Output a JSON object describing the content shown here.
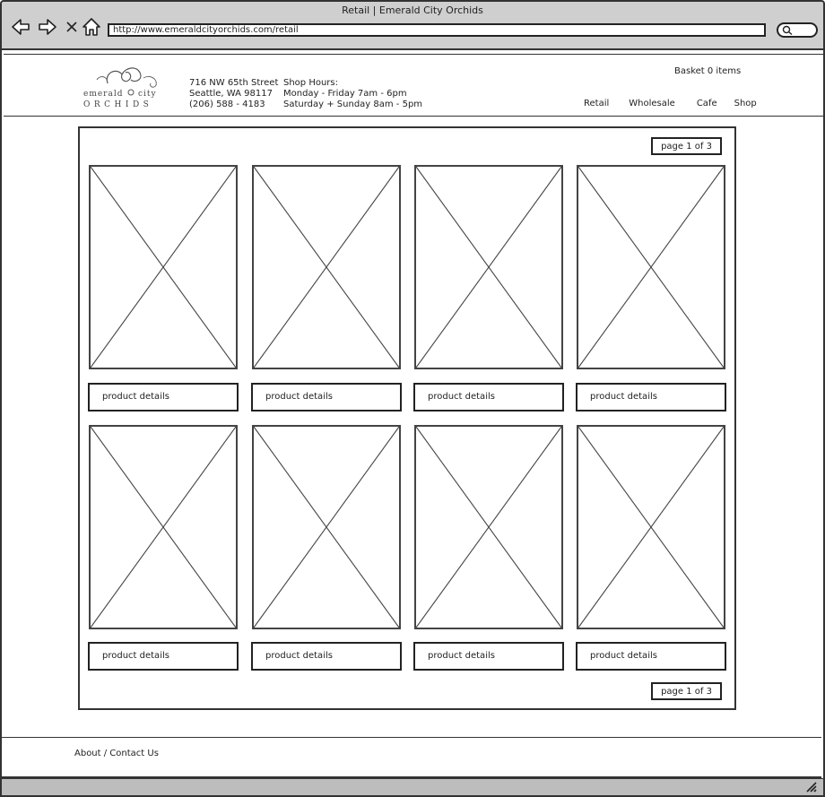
{
  "browser": {
    "window_title": "Retail | Emerald City Orchids",
    "url": "http://www.emeraldcityorchids.com/retail",
    "icons": [
      "back-arrow-icon",
      "forward-arrow-icon",
      "close-icon",
      "home-icon",
      "search-icon"
    ]
  },
  "header": {
    "logo": {
      "line1": "emerald",
      "line2": "city",
      "line3": "ORCHIDS"
    },
    "address": {
      "street": "716 NW 65th Street",
      "city": "Seattle, WA 98117",
      "phone": "(206) 588 - 4183"
    },
    "hours": {
      "label": "Shop Hours:",
      "weekday": "Monday - Friday 7am - 6pm",
      "weekend": "Saturday + Sunday 8am - 5pm"
    },
    "basket": "Basket 0 items",
    "nav": [
      "Retail",
      "Wholesale",
      "Cafe",
      "Shop"
    ]
  },
  "main": {
    "pager_top": "page 1 of 3",
    "pager_bottom": "page 1 of 3",
    "products": [
      {
        "details": "product details"
      },
      {
        "details": "product details"
      },
      {
        "details": "product details"
      },
      {
        "details": "product details"
      },
      {
        "details": "product details"
      },
      {
        "details": "product details"
      },
      {
        "details": "product details"
      },
      {
        "details": "product details"
      }
    ]
  },
  "footer": {
    "link": "About / Contact Us"
  },
  "colors": {
    "chrome": "#cfcfcf",
    "statusbar": "#bdbdbd",
    "outline": "#333333"
  }
}
